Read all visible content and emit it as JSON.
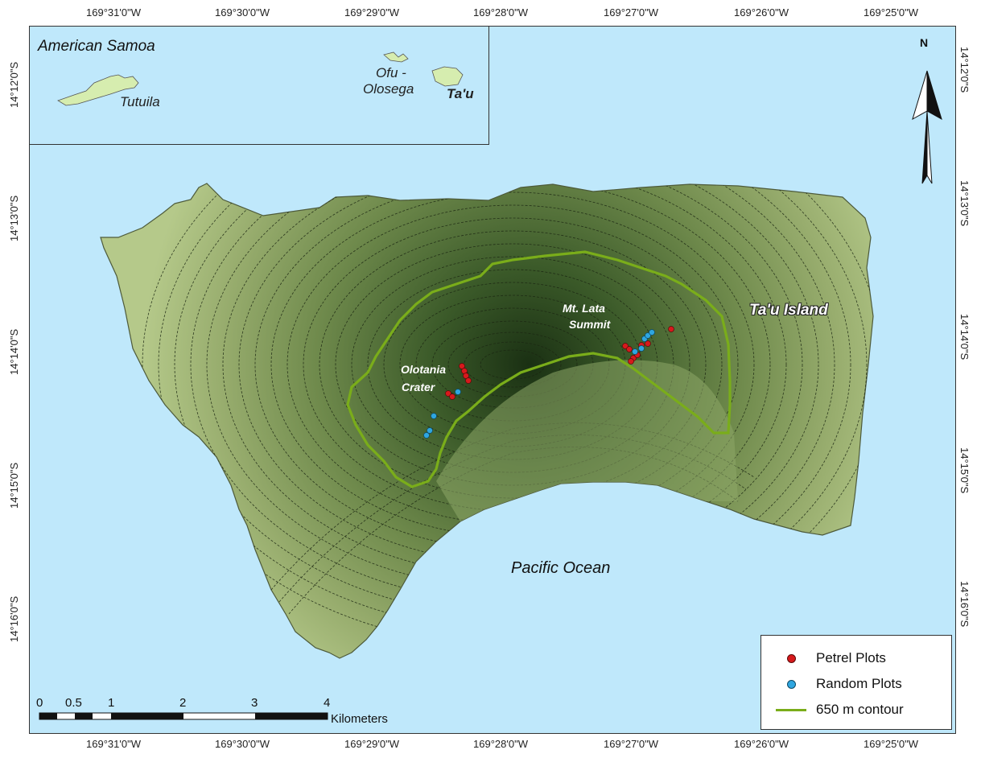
{
  "map_title_inset": "American Samoa",
  "coords": {
    "longitudes": [
      "169°31'0\"W",
      "169°30'0\"W",
      "169°29'0\"W",
      "169°28'0\"W",
      "169°27'0\"W",
      "169°26'0\"W",
      "169°25'0\"W"
    ],
    "latitudes": [
      "14°12'0\"S",
      "14°13'0\"S",
      "14°14'0\"S",
      "14°15'0\"S",
      "14°16'0\"S"
    ]
  },
  "inset_labels": {
    "tutuila": "Tutuila",
    "ofu1": "Ofu -",
    "ofu2": "Olosega",
    "tau": "Ta'u"
  },
  "place_labels": {
    "island": "Ta'u Island",
    "ocean": "Pacific Ocean",
    "summit1": "Mt. Lata",
    "summit2": "Summit",
    "crater1": "Olotania",
    "crater2": "Crater"
  },
  "north_arrow": "N",
  "scale_bar": {
    "ticks": [
      "0",
      "0.5",
      "1",
      "2",
      "3",
      "4"
    ],
    "unit": "Kilometers"
  },
  "legend": {
    "items": [
      {
        "label": "Petrel Plots",
        "color": "#d7191c"
      },
      {
        "label": "Random Plots",
        "color": "#2fa6e0"
      },
      {
        "label": "650 m contour",
        "color": "#7aad1a"
      }
    ]
  },
  "colors": {
    "ocean": "#bfe8fb",
    "land": "#b5c98a",
    "highland": "#1e3515"
  }
}
